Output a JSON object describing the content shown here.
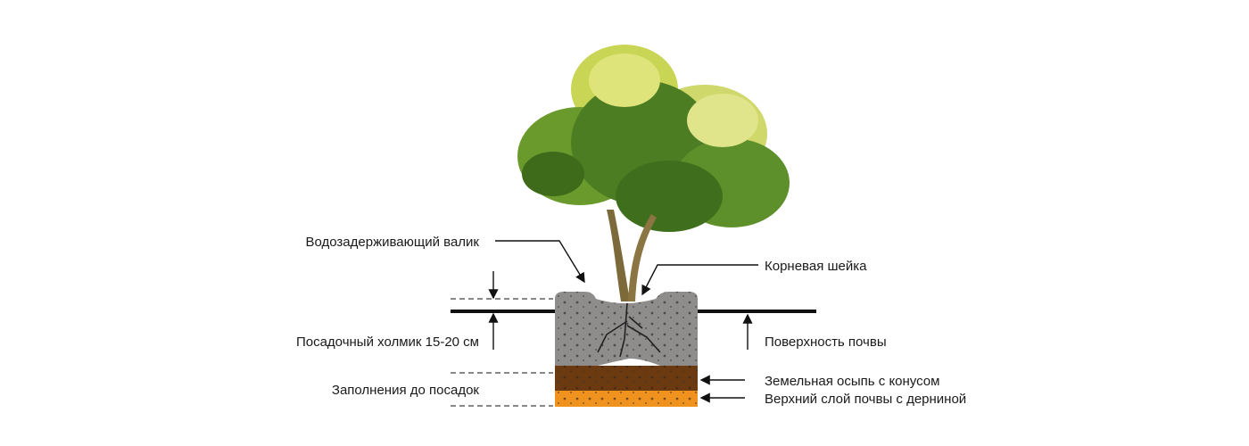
{
  "labels": {
    "water_ridge": "Водозадерживающий валик",
    "root_collar": "Корневая шейка",
    "planting_mound": "Посадочный холмик 15-20 см",
    "soil_surface": "Поверхность почвы",
    "backfill": "Заполнения до посадок",
    "earth_cone": "Земельная осыпь с конусом",
    "topsoil_turf": "Верхний слой почвы с дерниной"
  },
  "colors": {
    "planting_soil": "#8f8c8c",
    "earth_cone": "#6b3a10",
    "topsoil": "#f0921e",
    "crown_dark": "#3f6f1c",
    "crown_light": "#d8df6a"
  }
}
